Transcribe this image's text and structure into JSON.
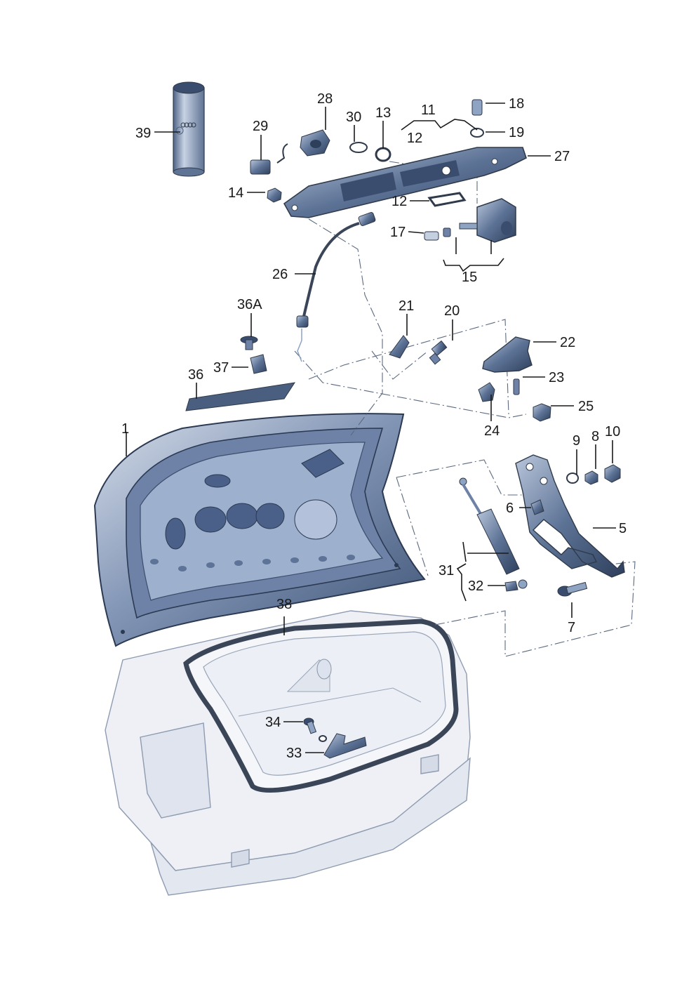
{
  "diagram": {
    "labels": {
      "p1": "1",
      "p5": "5",
      "p6": "6",
      "p7": "7",
      "p8": "8",
      "p9": "9",
      "p10": "10",
      "p11": "11",
      "p12a": "12",
      "p12b": "12",
      "p13": "13",
      "p14": "14",
      "p15": "15",
      "p17": "17",
      "p18": "18",
      "p19": "19",
      "p20": "20",
      "p21": "21",
      "p22": "22",
      "p23": "23",
      "p24": "24",
      "p25": "25",
      "p26": "26",
      "p27": "27",
      "p28": "28",
      "p29": "29",
      "p30": "30",
      "p31": "31",
      "p32": "32",
      "p33": "33",
      "p34": "34",
      "p36": "36",
      "p36a": "36A",
      "p37": "37",
      "p38": "38",
      "p39": "39"
    },
    "colors": {
      "part_fill": "#4a5f80",
      "part_light": "#8fa3c2",
      "body_fill": "#eef0f6",
      "line": "#1a1a1a"
    }
  }
}
